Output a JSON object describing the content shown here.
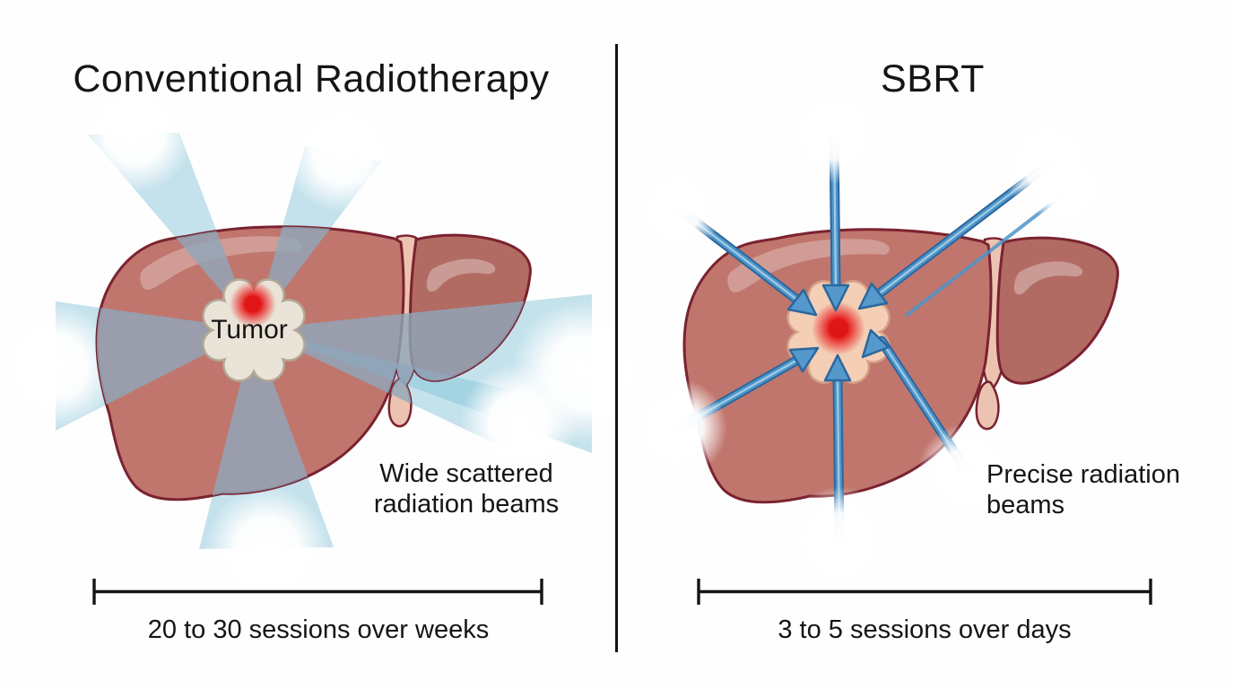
{
  "illustration": {
    "left_panel": {
      "title": "Conventional Radiotherapy",
      "tumor_label": "Tumor",
      "beam_caption": [
        "Wide scattered",
        "radiation beams"
      ],
      "sessions_label": "20 to 30 sessions over weeks"
    },
    "right_panel": {
      "title": "SBRT",
      "beam_caption": [
        "Precise radiation",
        "beams"
      ],
      "sessions_label": "3 to 5 sessions over days"
    },
    "colors": {
      "scattered_beam_blue": "#c9e6ef",
      "precise_beam_blue": "#4e95c9",
      "beam_outline_blue": "#2b679e",
      "liver_fill": "#c0766d",
      "liver_right_lobe_fill": "#b26b63",
      "liver_outline": "#7b2230",
      "ligament_fill": "#ecc3b1",
      "tumor_fill_left": "#eae3d7",
      "tumor_fill_right": "#f4cfb6",
      "tumor_hotspot_red": "#e61717",
      "text_color": "#151515"
    }
  }
}
